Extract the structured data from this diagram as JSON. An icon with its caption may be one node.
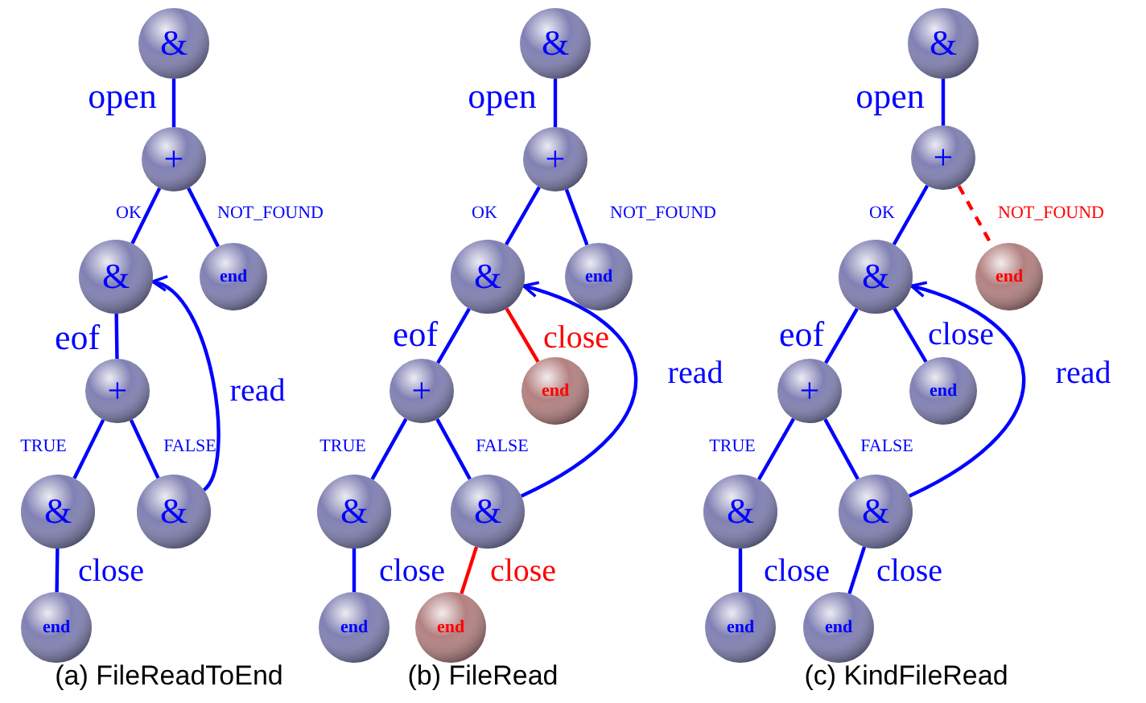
{
  "diagram": {
    "nodes": [
      {
        "text": [
          "&"
        ]
      },
      {
        "text": [
          "+"
        ]
      },
      {
        "text": [
          "&"
        ]
      },
      {
        "text": [
          "end"
        ]
      },
      {
        "text": [
          "+"
        ]
      },
      {
        "text": [
          "&"
        ]
      },
      {
        "text": [
          "&"
        ]
      },
      {
        "text": [
          "end"
        ]
      },
      {
        "text": [
          "&"
        ]
      },
      {
        "text": [
          "+"
        ]
      },
      {
        "text": [
          "&"
        ]
      },
      {
        "text": [
          "end"
        ]
      },
      {
        "text": [
          "+"
        ]
      },
      {
        "text": [
          "end"
        ]
      },
      {
        "text": [
          "&"
        ]
      },
      {
        "text": [
          "&"
        ]
      },
      {
        "text": [
          "end"
        ]
      },
      {
        "text": [
          "end"
        ]
      },
      {
        "text": [
          "&"
        ]
      },
      {
        "text": [
          "+"
        ]
      },
      {
        "text": [
          "&"
        ]
      },
      {
        "text": [
          "end"
        ]
      },
      {
        "text": [
          "+"
        ]
      },
      {
        "text": [
          "end"
        ]
      },
      {
        "text": [
          "&"
        ]
      },
      {
        "text": [
          "&"
        ]
      },
      {
        "text": [
          "end"
        ]
      },
      {
        "text": [
          "end"
        ]
      }
    ],
    "edges": [
      {
        "from": 0,
        "to": 1,
        "arrow": "none",
        "label": "open"
      },
      {
        "from": 1,
        "to": 2,
        "arrow": "none",
        "label": "OK"
      },
      {
        "from": 1,
        "to": 3,
        "arrow": "none",
        "label": "NOT_FOUND"
      },
      {
        "from": 2,
        "to": 4,
        "arrow": "none",
        "label": "eof"
      },
      {
        "from": 4,
        "to": 5,
        "arrow": "none",
        "label": "TRUE"
      },
      {
        "from": 4,
        "to": 6,
        "arrow": "none",
        "label": "FALSE"
      },
      {
        "from": 5,
        "to": 7,
        "arrow": "none",
        "label": "close"
      },
      {
        "from": 6,
        "to": 2,
        "arrow": "to",
        "label": "read"
      },
      {
        "from": 8,
        "to": 9,
        "arrow": "none",
        "label": "open"
      },
      {
        "from": 9,
        "to": 10,
        "arrow": "none",
        "label": "OK"
      },
      {
        "from": 9,
        "to": 11,
        "arrow": "none",
        "label": "NOT_FOUND"
      },
      {
        "from": 10,
        "to": 12,
        "arrow": "none",
        "label": "eof"
      },
      {
        "from": 10,
        "to": 13,
        "arrow": "none",
        "label": "close",
        "color": "#ff0000"
      },
      {
        "from": 12,
        "to": 14,
        "arrow": "none",
        "label": "TRUE"
      },
      {
        "from": 12,
        "to": 15,
        "arrow": "none",
        "label": "FALSE"
      },
      {
        "from": 14,
        "to": 16,
        "arrow": "none",
        "label": "close"
      },
      {
        "from": 15,
        "to": 17,
        "arrow": "none",
        "label": "close",
        "color": "#ff0000"
      },
      {
        "from": 15,
        "to": 10,
        "arrow": "to",
        "label": "read"
      },
      {
        "from": 18,
        "to": 19,
        "arrow": "none",
        "label": "open"
      },
      {
        "from": 19,
        "to": 20,
        "arrow": "none",
        "label": "OK"
      },
      {
        "from": 19,
        "to": 21,
        "arrow": "none",
        "label": "NOT_FOUND",
        "style": "dashed",
        "color": "#ff0000"
      },
      {
        "from": 20,
        "to": 22,
        "arrow": "none",
        "label": "eof"
      },
      {
        "from": 20,
        "to": 23,
        "arrow": "none",
        "label": "close"
      },
      {
        "from": 22,
        "to": 24,
        "arrow": "none",
        "label": "TRUE"
      },
      {
        "from": 22,
        "to": 25,
        "arrow": "none",
        "label": "FALSE"
      },
      {
        "from": 24,
        "to": 26,
        "arrow": "none",
        "label": "close"
      },
      {
        "from": 25,
        "to": 27,
        "arrow": "none",
        "label": "close"
      },
      {
        "from": 25,
        "to": 20,
        "arrow": "to",
        "label": "read"
      }
    ],
    "labels": [
      "(a) FileReadToEnd",
      "(b) FileRead",
      "(c) KindFileRead"
    ]
  }
}
